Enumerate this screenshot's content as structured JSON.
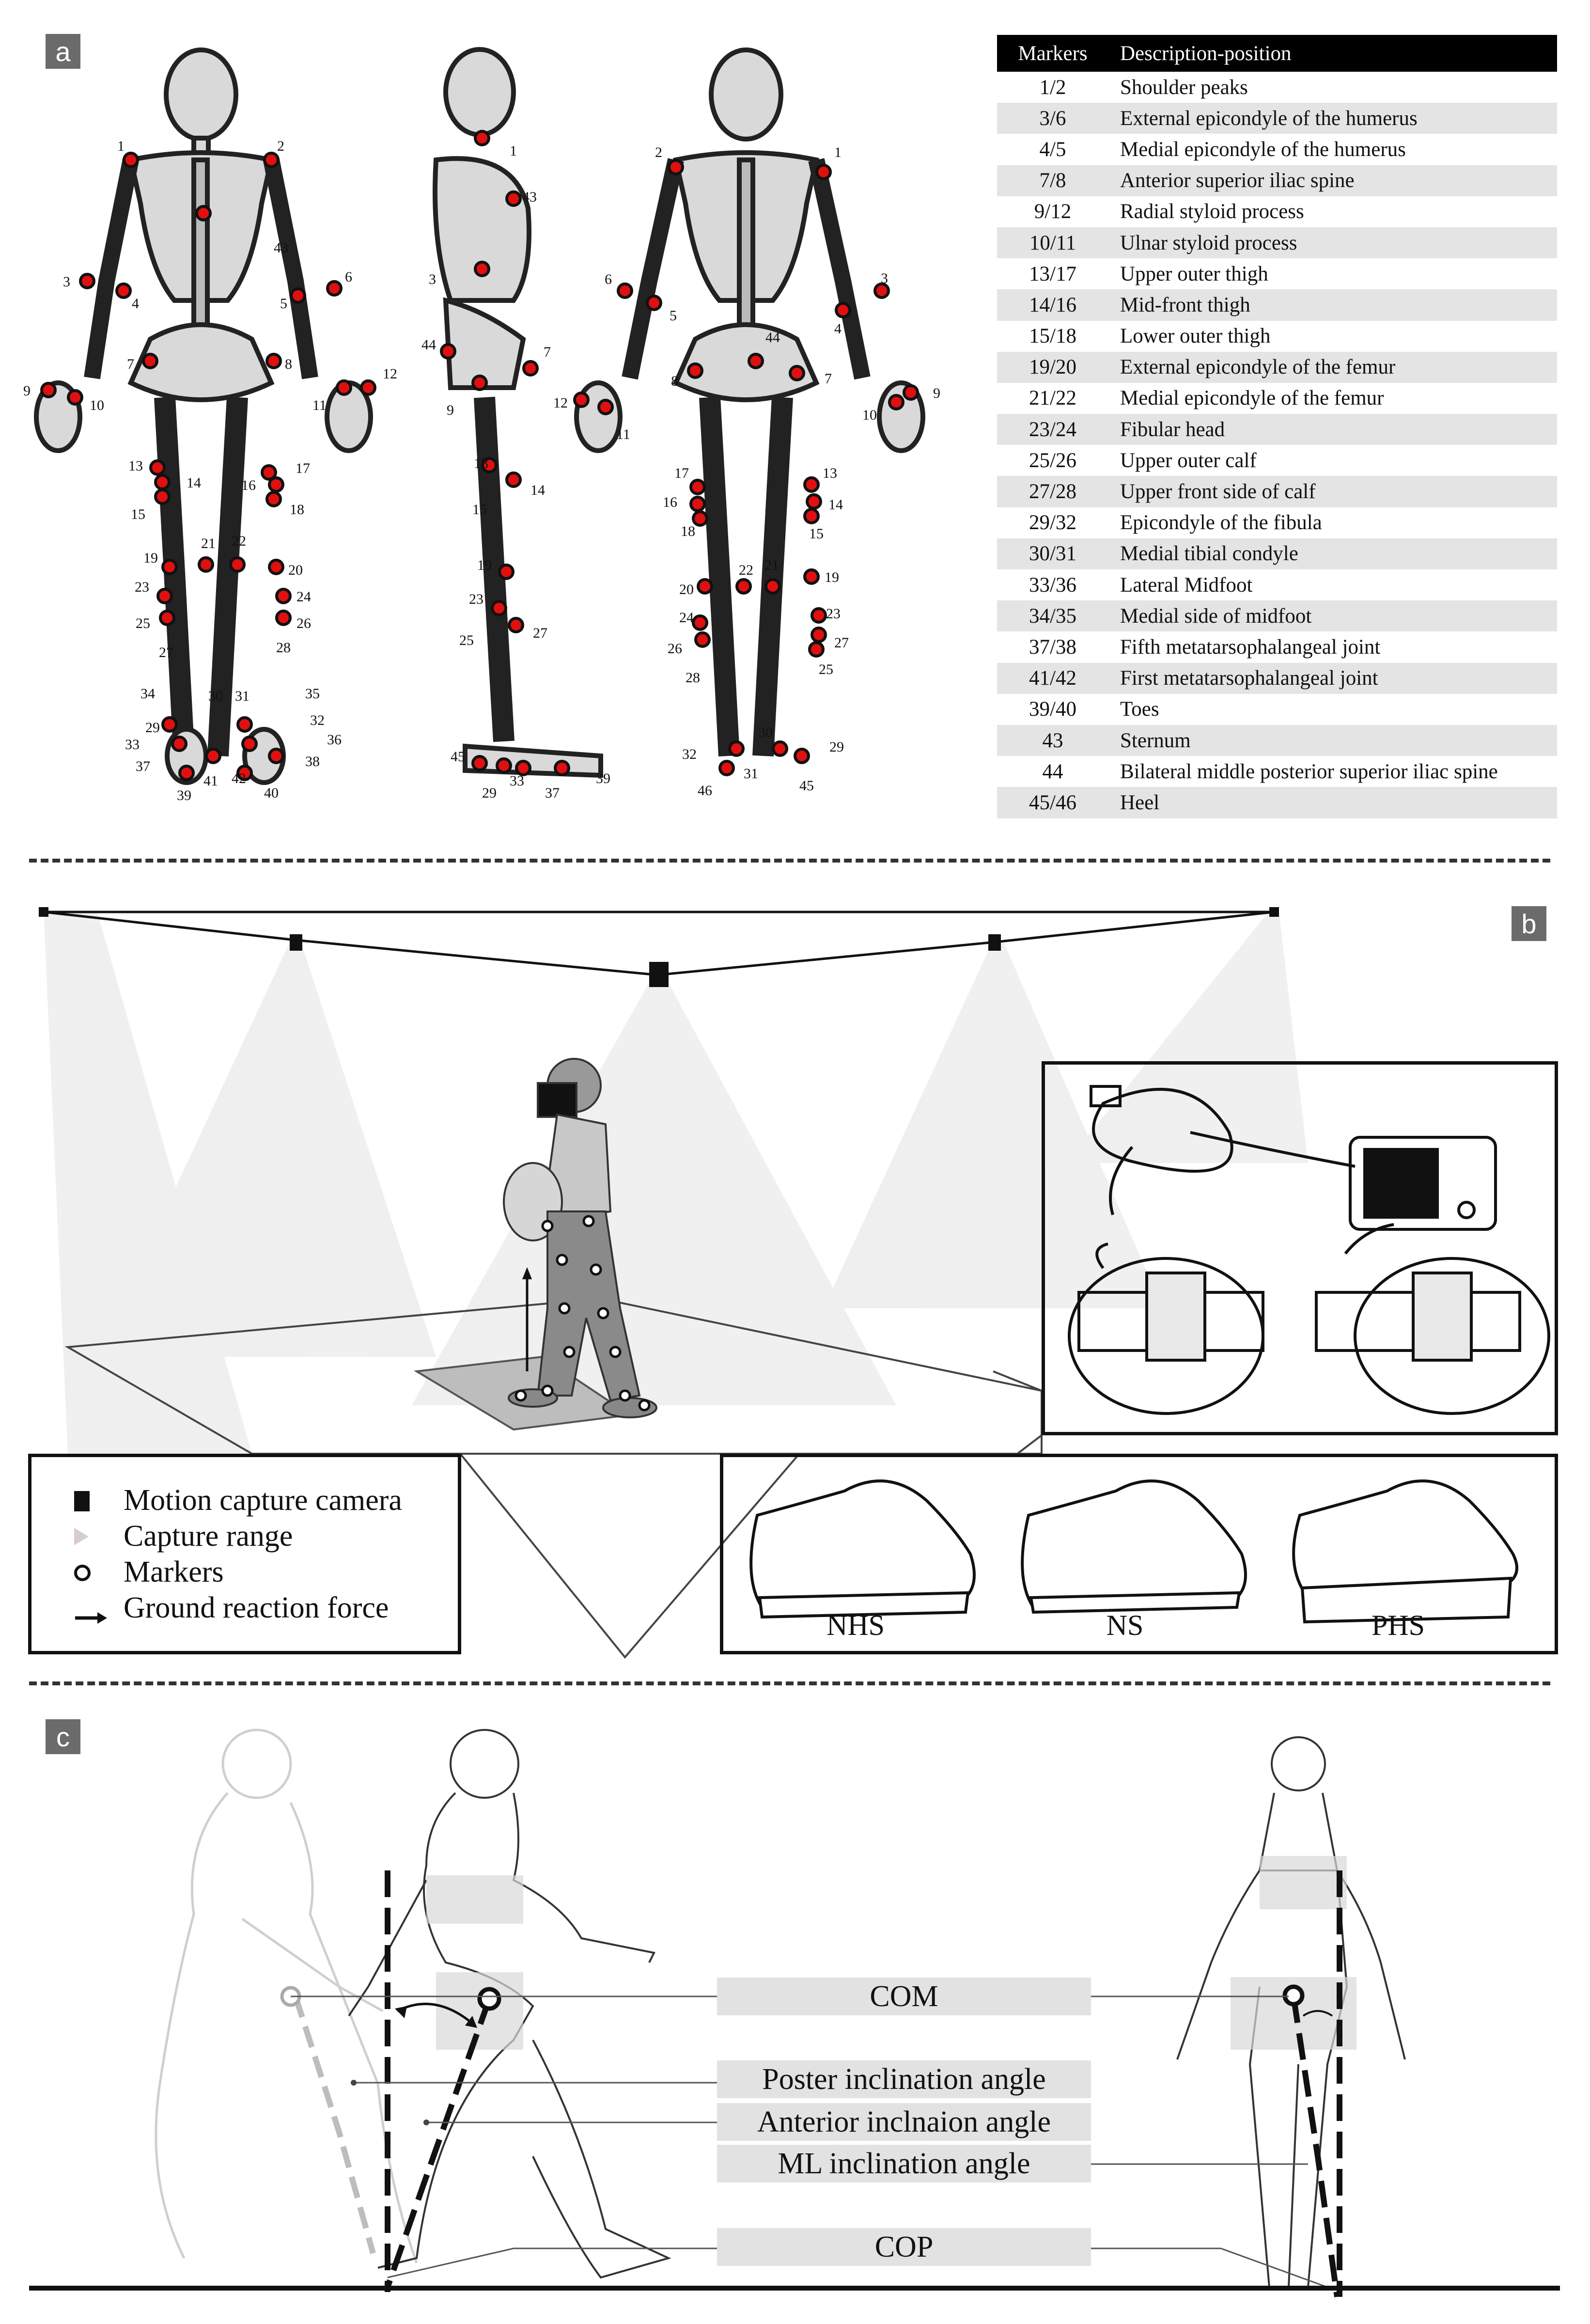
{
  "panels": {
    "a": "a",
    "b": "b",
    "c": "c"
  },
  "marker_table": {
    "headers": {
      "markers": "Markers",
      "description": "Description-position"
    },
    "rows": [
      {
        "markers": "1/2",
        "description": "Shoulder peaks"
      },
      {
        "markers": "3/6",
        "description": "External epicondyle of the humerus"
      },
      {
        "markers": "4/5",
        "description": "Medial epicondyle of the humerus"
      },
      {
        "markers": "7/8",
        "description": "Anterior superior iliac spine"
      },
      {
        "markers": "9/12",
        "description": "Radial styloid process"
      },
      {
        "markers": "10/11",
        "description": "Ulnar styloid process"
      },
      {
        "markers": "13/17",
        "description": "Upper outer thigh"
      },
      {
        "markers": "14/16",
        "description": "Mid-front thigh"
      },
      {
        "markers": "15/18",
        "description": "Lower outer thigh"
      },
      {
        "markers": "19/20",
        "description": "External epicondyle of the femur"
      },
      {
        "markers": "21/22",
        "description": "Medial epicondyle of the femur"
      },
      {
        "markers": "23/24",
        "description": "Fibular head"
      },
      {
        "markers": "25/26",
        "description": "Upper outer calf"
      },
      {
        "markers": "27/28",
        "description": "Upper front side of calf"
      },
      {
        "markers": "29/32",
        "description": "Epicondyle of the fibula"
      },
      {
        "markers": "30/31",
        "description": "Medial tibial condyle"
      },
      {
        "markers": "33/36",
        "description": "Lateral Midfoot"
      },
      {
        "markers": "34/35",
        "description": "Medial side of midfoot"
      },
      {
        "markers": "37/38",
        "description": "Fifth metatarsophalangeal joint"
      },
      {
        "markers": "41/42",
        "description": "First metatarsophalangeal joint"
      },
      {
        "markers": "39/40",
        "description": "Toes"
      },
      {
        "markers": "43",
        "description": "Sternum"
      },
      {
        "markers": "44",
        "description": "Bilateral middle posterior superior iliac spine"
      },
      {
        "markers": "45/46",
        "description": "Heel"
      }
    ]
  },
  "legend": {
    "camera": "Motion capture camera",
    "range": "Capture range",
    "markers": "Markers",
    "grf": "Ground reaction force"
  },
  "shoes": [
    "NHS",
    "NS",
    "PHS"
  ],
  "panel_c_labels": {
    "com": "COM",
    "poster": "Poster inclination angle",
    "anterior": "Anterior inclnaion angle",
    "ml": "ML inclination angle",
    "cop": "COP"
  },
  "skeleton_numbers": {
    "front": [
      "1",
      "2",
      "43",
      "3",
      "4",
      "5",
      "6",
      "7",
      "8",
      "9",
      "10",
      "11",
      "12",
      "13",
      "14",
      "15",
      "16",
      "17",
      "18",
      "19",
      "21",
      "22",
      "20",
      "23",
      "24",
      "25",
      "26",
      "27",
      "28",
      "34",
      "30",
      "31",
      "35",
      "32",
      "29",
      "33",
      "36",
      "37",
      "41",
      "42",
      "38",
      "39",
      "40"
    ],
    "side": [
      "1",
      "43",
      "3",
      "44",
      "7",
      "9",
      "13",
      "14",
      "15",
      "19",
      "23",
      "25",
      "27",
      "45",
      "33",
      "29",
      "37",
      "39"
    ],
    "back": [
      "2",
      "1",
      "6",
      "5",
      "3",
      "4",
      "44",
      "8",
      "7",
      "12",
      "11",
      "10",
      "9",
      "17",
      "16",
      "18",
      "13",
      "14",
      "15",
      "20",
      "22",
      "21",
      "19",
      "24",
      "26",
      "28",
      "23",
      "27",
      "25",
      "30",
      "29",
      "32",
      "31",
      "46",
      "45"
    ]
  },
  "colors": {
    "marker": "#e01010",
    "table_header": "#000000",
    "label_bg": "#e2e2e2",
    "panel_letter_bg": "#6b6b6b"
  }
}
